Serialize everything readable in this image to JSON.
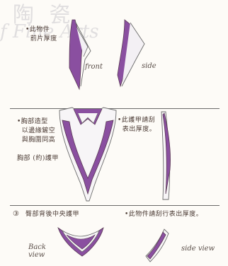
{
  "watermark": {
    "top": "陶 瓷",
    "sub": "f Fine Arts"
  },
  "top_section": {
    "note": "•此物件\n  前片厚度",
    "front_label": "front",
    "side_label": "side"
  },
  "middle_section": {
    "note_left": "•胸部造型\n  以邊緣鏟空\n  與胸圍同高\n\n胸部 (約)護甲",
    "note_right": "•此護甲請刮\n  表出厚度。"
  },
  "bottom_section": {
    "circled_number": "③",
    "note_left": "臀部背後中央護甲",
    "note_right": "•此物件請刮行表出厚度。",
    "back_label": "Back\nview",
    "side_label": "side view"
  },
  "colors": {
    "purple": "#8a4fa0",
    "ink": "#4a3a33",
    "paper": "#fdfbf7"
  }
}
